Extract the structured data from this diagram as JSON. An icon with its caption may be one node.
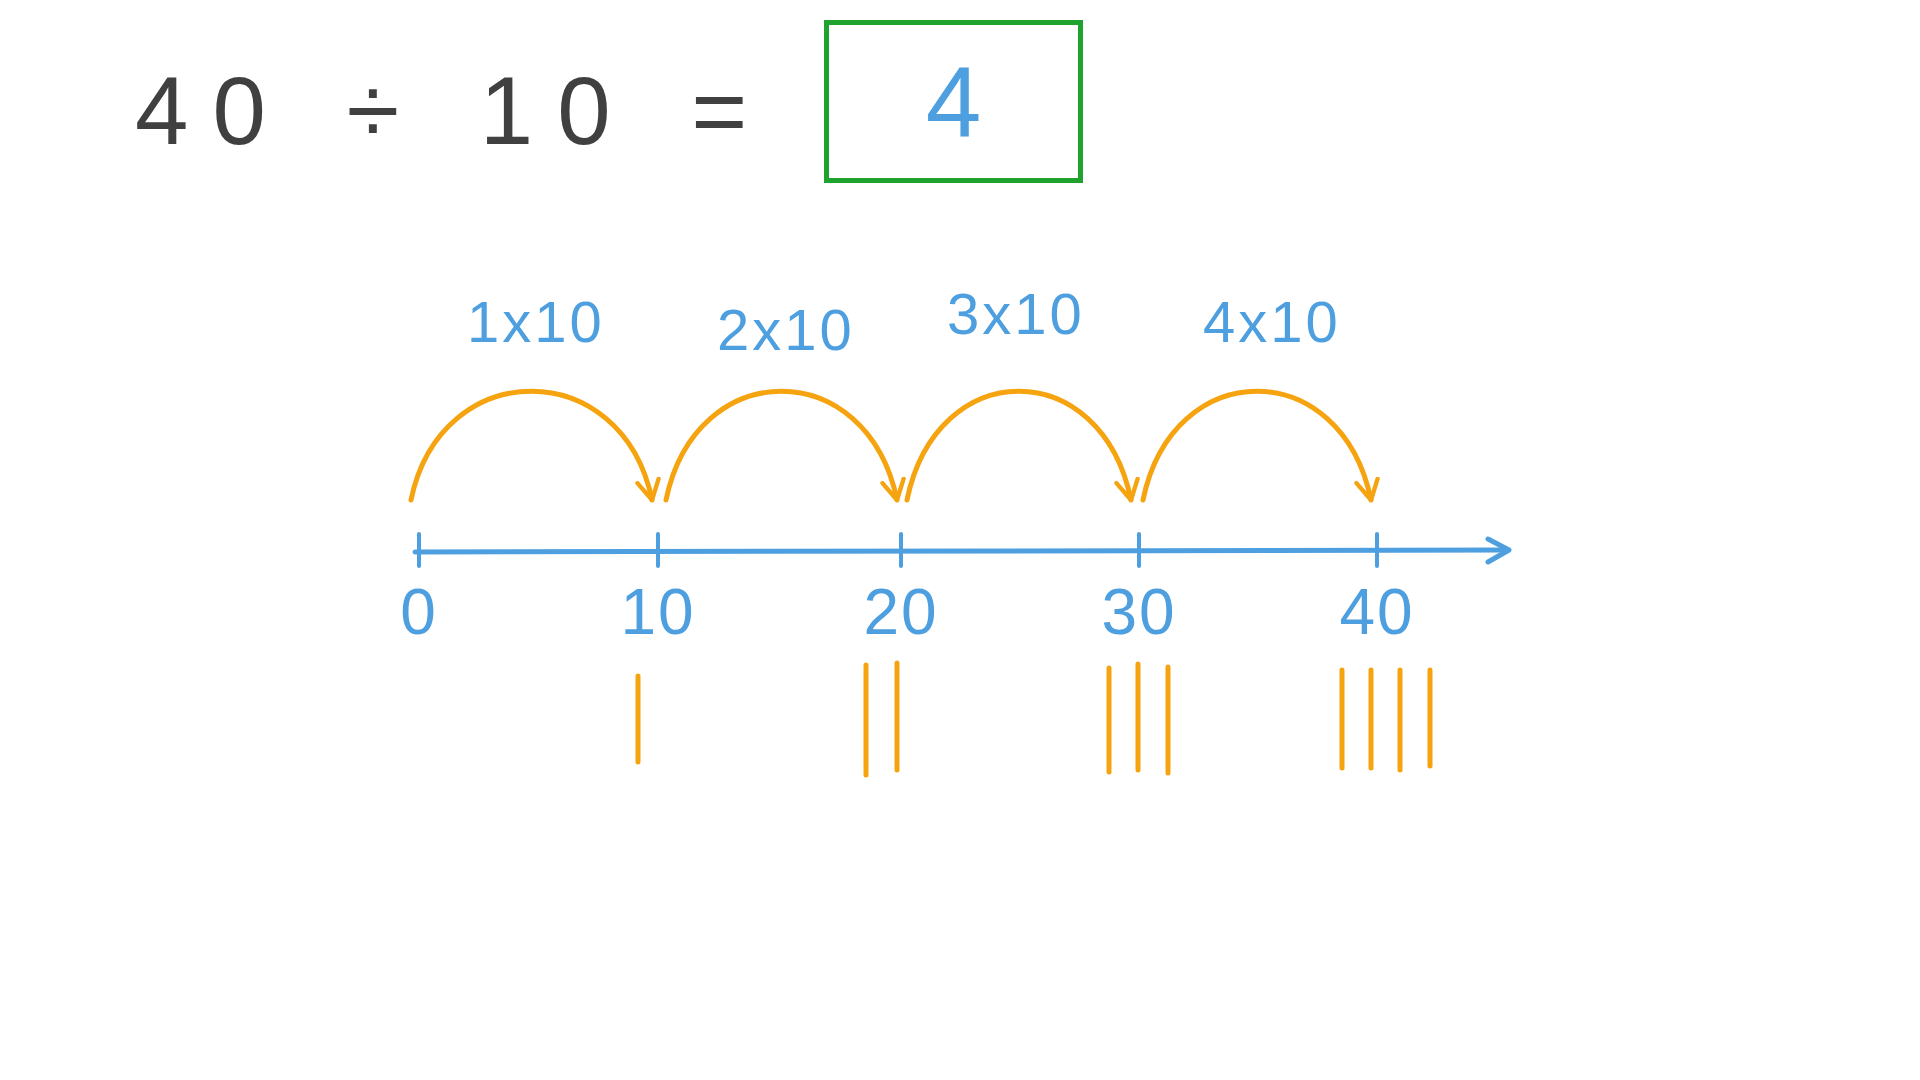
{
  "diagram": {
    "nodes": [
      {
        "text": [
          "4"
        ]
      },
      {
        "text": [
          "0"
        ]
      },
      {
        "text": [
          "10"
        ]
      },
      {
        "text": [
          "20"
        ]
      },
      {
        "text": [
          "30"
        ]
      },
      {
        "text": [
          "40"
        ]
      }
    ],
    "edges": [
      {
        "from": 1,
        "to": 2,
        "arrow": "to",
        "label": "1x10"
      },
      {
        "from": 2,
        "to": 3,
        "arrow": "to",
        "label": "2x10"
      },
      {
        "from": 3,
        "to": 4,
        "arrow": "to",
        "label": "3x10"
      },
      {
        "from": 4,
        "to": 5,
        "arrow": "to",
        "label": "4x10"
      }
    ],
    "labels": [
      "40 ÷ 10 ="
    ]
  }
}
